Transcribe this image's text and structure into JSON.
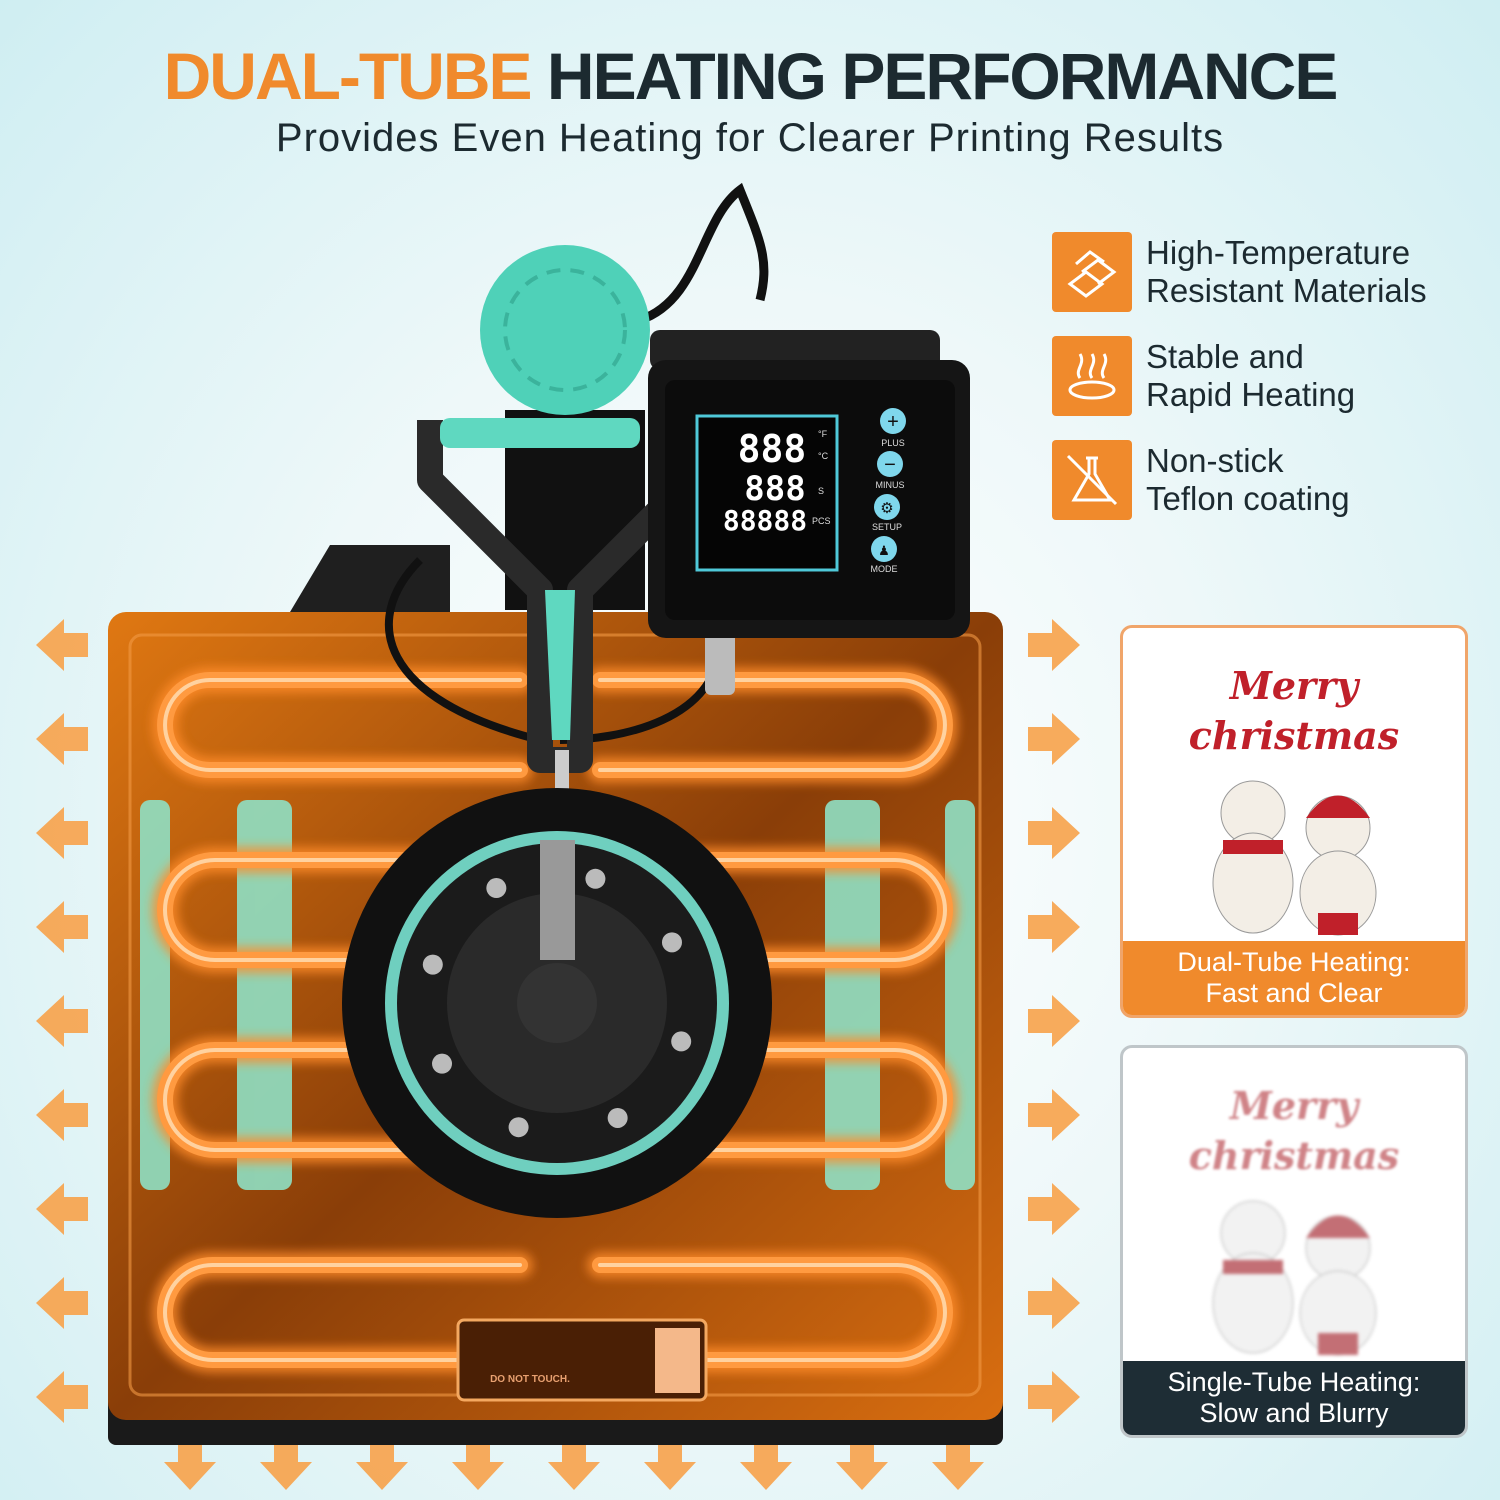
{
  "header": {
    "title_highlight": "DUAL-TUBE",
    "title_rest": "HEATING PERFORMANCE",
    "subtitle": "Provides Even Heating for Clearer Printing Results"
  },
  "features": [
    {
      "icon": "gold-bars-icon",
      "line1": "High-Temperature",
      "line2": "Resistant Materials"
    },
    {
      "icon": "heat-waves-icon",
      "line1": "Stable and",
      "line2": "Rapid Heating"
    },
    {
      "icon": "no-flask-icon",
      "line1": "Non-stick",
      "line2": "Teflon coating"
    }
  ],
  "control_panel": {
    "display_rows": [
      "888",
      "888",
      "88888"
    ],
    "units": [
      "°F",
      "°C",
      "S",
      "PCS"
    ],
    "buttons": [
      "PLUS",
      "MINUS",
      "SETUP",
      "MODE"
    ]
  },
  "warning_label": "DO NOT TOUCH.",
  "comparison": [
    {
      "print_line1": "Merry",
      "print_line2": "christmas",
      "caption_line1": "Dual-Tube Heating:",
      "caption_line2": "Fast and Clear"
    },
    {
      "print_line1": "Merry",
      "print_line2": "christmas",
      "caption_line1": "Single-Tube Heating:",
      "caption_line2": "Slow and Blurry"
    }
  ],
  "colors": {
    "accent": "#f08a2c",
    "dark": "#1c2a30",
    "teal": "#4fd1b8"
  }
}
